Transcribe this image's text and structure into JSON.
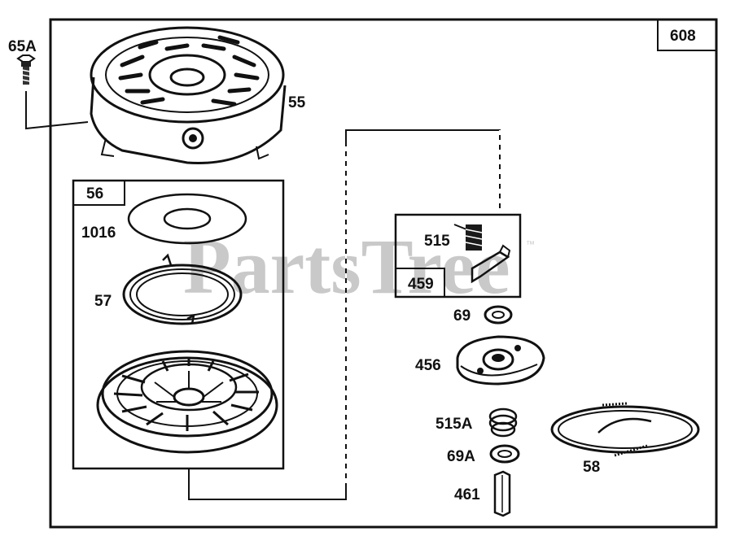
{
  "diagram": {
    "assembly_label": "608",
    "group_labels": {
      "starter_pulley": "56",
      "pawl_kit": "459"
    },
    "part_labels": {
      "bolt": "65A",
      "housing": "55",
      "washer_top": "1016",
      "rewind_spring": "57",
      "spring_515": "515",
      "washer_69": "69",
      "pawl_retainer": "456",
      "spring_515a": "515A",
      "washer_69a": "69A",
      "rope": "58",
      "handle_insert": "461"
    }
  },
  "watermark": {
    "text": "PartsTree",
    "trademark": "™"
  }
}
